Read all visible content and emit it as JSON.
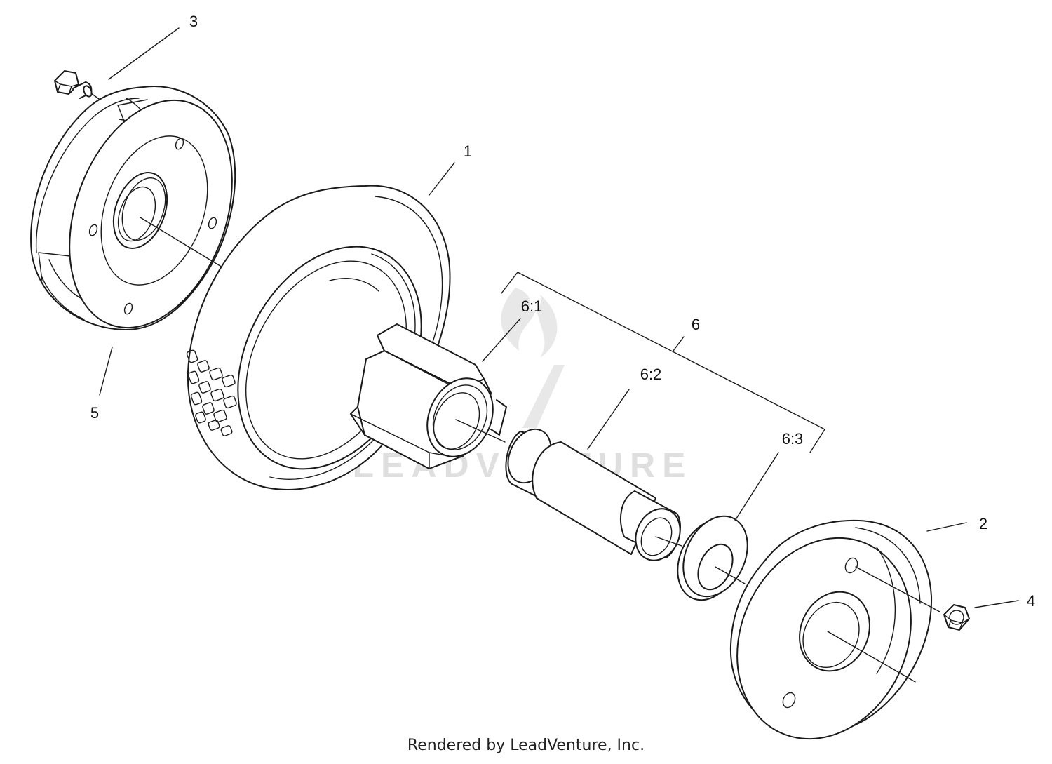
{
  "diagram": {
    "labels": {
      "l1": "1",
      "l2": "2",
      "l3": "3",
      "l4": "4",
      "l5": "5",
      "l6": "6",
      "l6_1": "6:1",
      "l6_2": "6:2",
      "l6_3": "6:3"
    },
    "watermark": "LEADVENTURE",
    "footer": "Rendered by LeadVenture, Inc."
  },
  "colors": {
    "line": "#1a1a1a",
    "watermark": "#dcdcdc",
    "background": "#ffffff"
  }
}
